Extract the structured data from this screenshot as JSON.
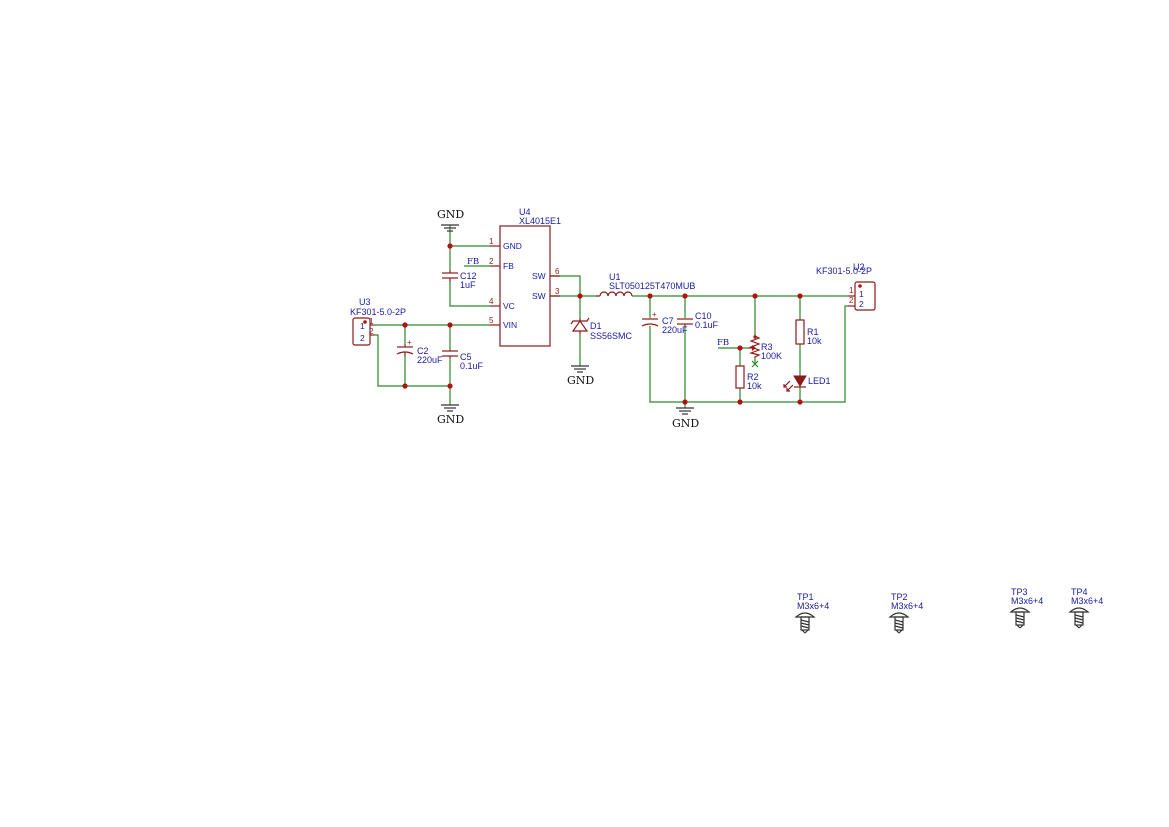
{
  "power": {
    "gnd_label": "GND"
  },
  "net_labels": {
    "fb": "FB"
  },
  "u4": {
    "ref": "U4",
    "value": "XL4015E1",
    "pins": [
      {
        "num": "1",
        "name": "GND"
      },
      {
        "num": "2",
        "name": "FB"
      },
      {
        "num": "4",
        "name": "VC"
      },
      {
        "num": "5",
        "name": "VIN"
      },
      {
        "num": "6",
        "name": "SW"
      },
      {
        "num": "3",
        "name": "SW"
      }
    ]
  },
  "u3": {
    "ref": "U3",
    "value": "KF301-5.0-2P",
    "pin1": "1",
    "pin2": "2"
  },
  "u2": {
    "ref": "U2",
    "value": "KF301-5.0-2P",
    "pin1": "1",
    "pin2": "2"
  },
  "u1": {
    "ref": "U1",
    "value": "SLT050125T470MUB"
  },
  "c12": {
    "ref": "C12",
    "value": "1uF"
  },
  "c2": {
    "ref": "C2",
    "value": "220uF"
  },
  "c5": {
    "ref": "C5",
    "value": "0.1uF"
  },
  "c7": {
    "ref": "C7",
    "value": "220uF"
  },
  "c10": {
    "ref": "C10",
    "value": "0.1uF"
  },
  "d1": {
    "ref": "D1",
    "value": "SS56SMC"
  },
  "r3": {
    "ref": "R3",
    "value": "100K"
  },
  "r2": {
    "ref": "R2",
    "value": "10k"
  },
  "r1": {
    "ref": "R1",
    "value": "10k"
  },
  "led1": {
    "ref": "LED1"
  },
  "test_points": [
    {
      "ref": "TP1",
      "value": "M3x6+4"
    },
    {
      "ref": "TP2",
      "value": "M3x6+4"
    },
    {
      "ref": "TP3",
      "value": "M3x6+4"
    },
    {
      "ref": "TP4",
      "value": "M3x6+4"
    }
  ]
}
